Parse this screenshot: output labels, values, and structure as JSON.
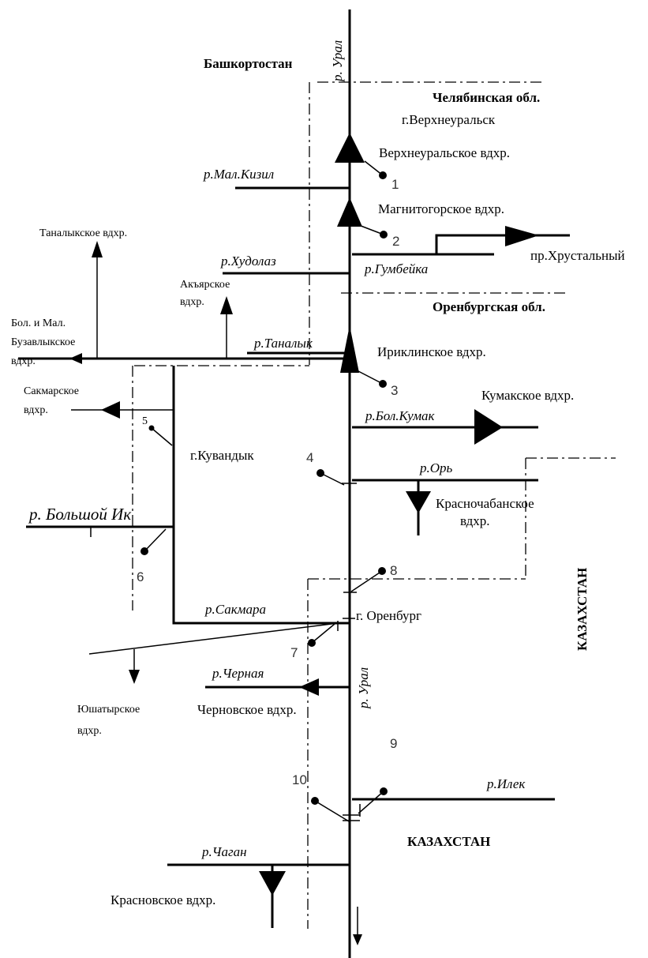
{
  "rivers": {
    "ural_top": "р. Урал",
    "ural_bottom": "р. Урал",
    "mal_kizil": "р.Мал.Кизил",
    "hudolaz": "р.Худолаз",
    "gumbeyka": "р.Гумбейка",
    "tanalyk": "р.Таналык",
    "bol_kumak": "р.Бол.Кумак",
    "or": "р.Орь",
    "bolshoy_ik": "р. Большой Ик",
    "sakmara": "р.Сакмара",
    "chernaya": "р.Черная",
    "ilek": "р.Илек",
    "chagan": "р.Чаган"
  },
  "regions": {
    "bashkortostan": "Башкортостан",
    "chelyabinsk": "Челябинская обл.",
    "orenburg": "Оренбургская обл.",
    "kazakhstan_right": "КАЗАХСТАН",
    "kazakhstan_bottom": "КАЗАХСТАН"
  },
  "cities": {
    "verkhneuralsk": "г.Верхнеуральск",
    "kuvandyk": "г.Кувандык",
    "orenburg": "г. Оренбург"
  },
  "reservoirs": {
    "verkhneuralskoe": "Верхнеуральское вдхр.",
    "magnitogorskoe": "Магнитогорское вдхр.",
    "khrustalny": "пр.Хрустальный",
    "tanalykskoe": "Таналыкское вдхр.",
    "akyarskoe_1": "Акъярское",
    "akyarskoe_2": "вдхр.",
    "buzavlyk_1": "Бол. и Мал.",
    "buzavlyk_2": "Бузавлыкское",
    "buzavlyk_3": "вдхр.",
    "iriklinskoe": "Ириклинское вдхр.",
    "sakmarskoe_1": "Сакмарское",
    "sakmarskoe_2": "вдхр.",
    "kumakskoe": "Кумакское вдхр.",
    "krasnochabanskoe_1": "Красночабанское",
    "krasnochabanskoe_2": "вдхр.",
    "yushatyrskoe_1": "Юшатырское",
    "yushatyrskoe_2": "вдхр.",
    "chernovskoe": "Черновское вдхр.",
    "krasnovskoe": "Красновское вдхр."
  },
  "stations": [
    "1",
    "2",
    "3",
    "4",
    "5",
    "6",
    "7",
    "8",
    "9",
    "10"
  ]
}
